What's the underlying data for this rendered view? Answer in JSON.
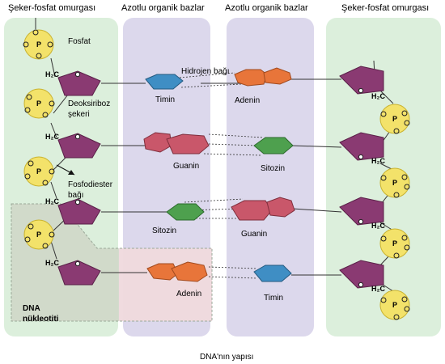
{
  "headers": {
    "left_backbone": "Şeker-fosfat omurgası",
    "bases_left": "Azotlu organik bazlar",
    "bases_right": "Azotlu organik bazlar",
    "right_backbone": "Şeker-fosfat omurgası"
  },
  "labels": {
    "phosphate": "Fosfat",
    "deoxyribose_line1": "Deoksiriboz",
    "deoxyribose_line2": "şekeri",
    "phosphodiester_line1": "Fosfodiester",
    "phosphodiester_line2": "bağı",
    "hydrogen_bond": "Hidrojen bağı",
    "nucleotide_line1": "DNA",
    "nucleotide_line2": "nükleotiti",
    "ch2": "H₂C",
    "phosphorus": "P",
    "oxygen": "O"
  },
  "base_pairs": [
    {
      "left": "Timin",
      "right": "Adenin"
    },
    {
      "left": "Guanin",
      "right": "Sitozin"
    },
    {
      "left": "Sitozin",
      "right": "Guanin"
    },
    {
      "left": "Adenin",
      "right": "Timin"
    }
  ],
  "caption": "DNA'nın yapısı",
  "colors": {
    "backbone_bg": "#dcefdc",
    "bases_bg": "#dcd8ec",
    "sugar": "#8a3a72",
    "phosphate": "#f3e26a",
    "phosphate_stroke": "#c9b330",
    "timin": "#3f8ec4",
    "adenin": "#e8753a",
    "guanin": "#c9576a",
    "sitozin": "#4ea04e",
    "nucleotide_box": "#cfd7c8",
    "nucleotide_highlight": "#f4dbe2"
  }
}
